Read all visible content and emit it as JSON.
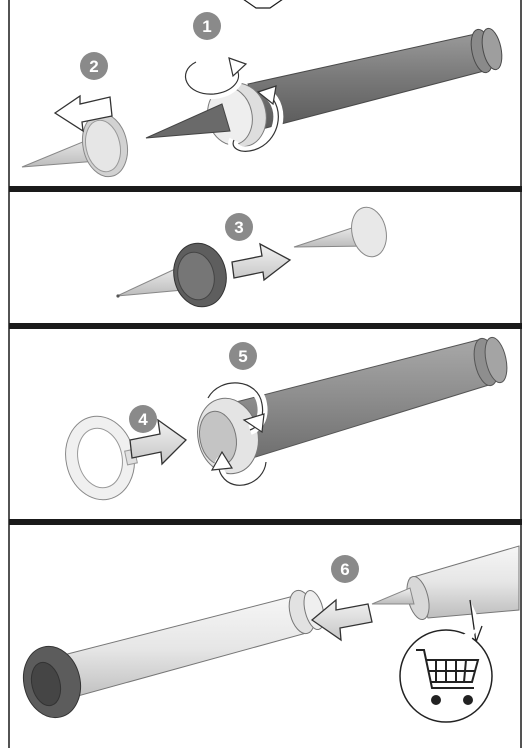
{
  "steps": {
    "step1": "1",
    "step2": "2",
    "step3": "3",
    "step4": "4",
    "step5": "5",
    "step6": "6"
  },
  "icons": {
    "shopping_cart": "shopping-cart-icon"
  },
  "colors": {
    "divider": "#1a1a1a",
    "badge": "#8a8a8a",
    "tube_dark": "#7a7a7a",
    "nozzle_dark": "#6a6a6a",
    "cap_dark": "#5e5e5e",
    "light_part": "#e8e8e8"
  }
}
